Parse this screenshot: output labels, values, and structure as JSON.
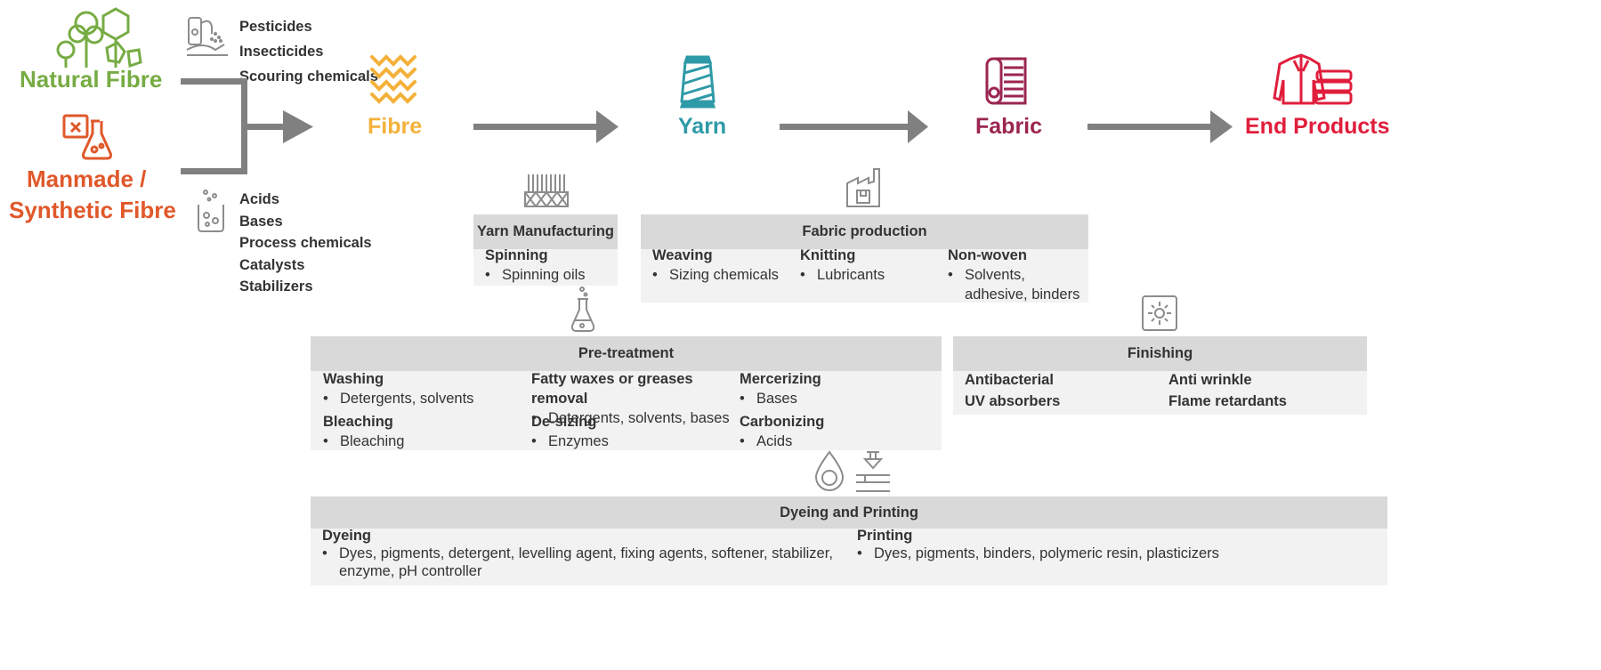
{
  "sources": {
    "natural": "Natural Fibre",
    "manmade_line1": "Manmade /",
    "manmade_line2": "Synthetic Fibre",
    "natural_color": "#77ac44",
    "manmade_color": "#e0582a"
  },
  "natural_chemicals": [
    "Pesticides",
    "Insecticides",
    "Scouring chemicals"
  ],
  "manmade_chemicals": [
    "Acids",
    "Bases",
    "Process chemicals",
    "Catalysts",
    "Stabilizers"
  ],
  "stages": [
    {
      "label": "Fibre",
      "color": "#f4b13a",
      "icon": "fibre-weave-icon"
    },
    {
      "label": "Yarn",
      "color": "#2f9aa7",
      "icon": "yarn-spool-icon"
    },
    {
      "label": "Fabric",
      "color": "#9b2550",
      "icon": "fabric-roll-icon"
    },
    {
      "label": "End Products",
      "color": "#e01e3c",
      "icon": "clothing-icon"
    }
  ],
  "yarn_box": {
    "title": "Yarn Manufacturing",
    "columns": [
      {
        "title": "Spinning",
        "bullets": [
          "Spinning oils"
        ]
      }
    ]
  },
  "fabric_box": {
    "title": "Fabric production",
    "columns": [
      {
        "title": "Weaving",
        "bullets": [
          "Sizing chemicals"
        ]
      },
      {
        "title": "Knitting",
        "bullets": [
          "Lubricants"
        ]
      },
      {
        "title": "Non-woven",
        "bullets": [
          "Solvents, adhesive, binders"
        ]
      }
    ]
  },
  "pretreatment_box": {
    "title": "Pre-treatment",
    "items": [
      {
        "title": "Washing",
        "bullets": [
          "Detergents, solvents"
        ]
      },
      {
        "title": "Fatty waxes or greases removal",
        "bullets": [
          "Detergents, solvents, bases"
        ]
      },
      {
        "title": "Mercerizing",
        "bullets": [
          "Bases"
        ]
      },
      {
        "title": "Bleaching",
        "bullets": [
          "Bleaching"
        ]
      },
      {
        "title": "De-sizing",
        "bullets": [
          "Enzymes"
        ]
      },
      {
        "title": "Carbonizing",
        "bullets": [
          "Acids"
        ]
      }
    ]
  },
  "finishing_box": {
    "title": "Finishing",
    "items": [
      "Antibacterial",
      "Anti wrinkle",
      "UV absorbers",
      "Flame retardants"
    ]
  },
  "dyeing_box": {
    "title": "Dyeing and Printing",
    "columns": [
      {
        "title": "Dyeing",
        "bullets": [
          "Dyes, pigments, detergent, levelling agent, fixing agents, softener, stabilizer, enzyme, pH controller"
        ]
      },
      {
        "title": "Printing",
        "bullets": [
          "Dyes, pigments, binders, polymeric resin, plasticizers"
        ]
      }
    ]
  },
  "colors": {
    "arrow": "#808080",
    "box_head": "#d9d9d9",
    "box_body": "#f2f2f2",
    "icon_gray": "#8c8c8c"
  }
}
